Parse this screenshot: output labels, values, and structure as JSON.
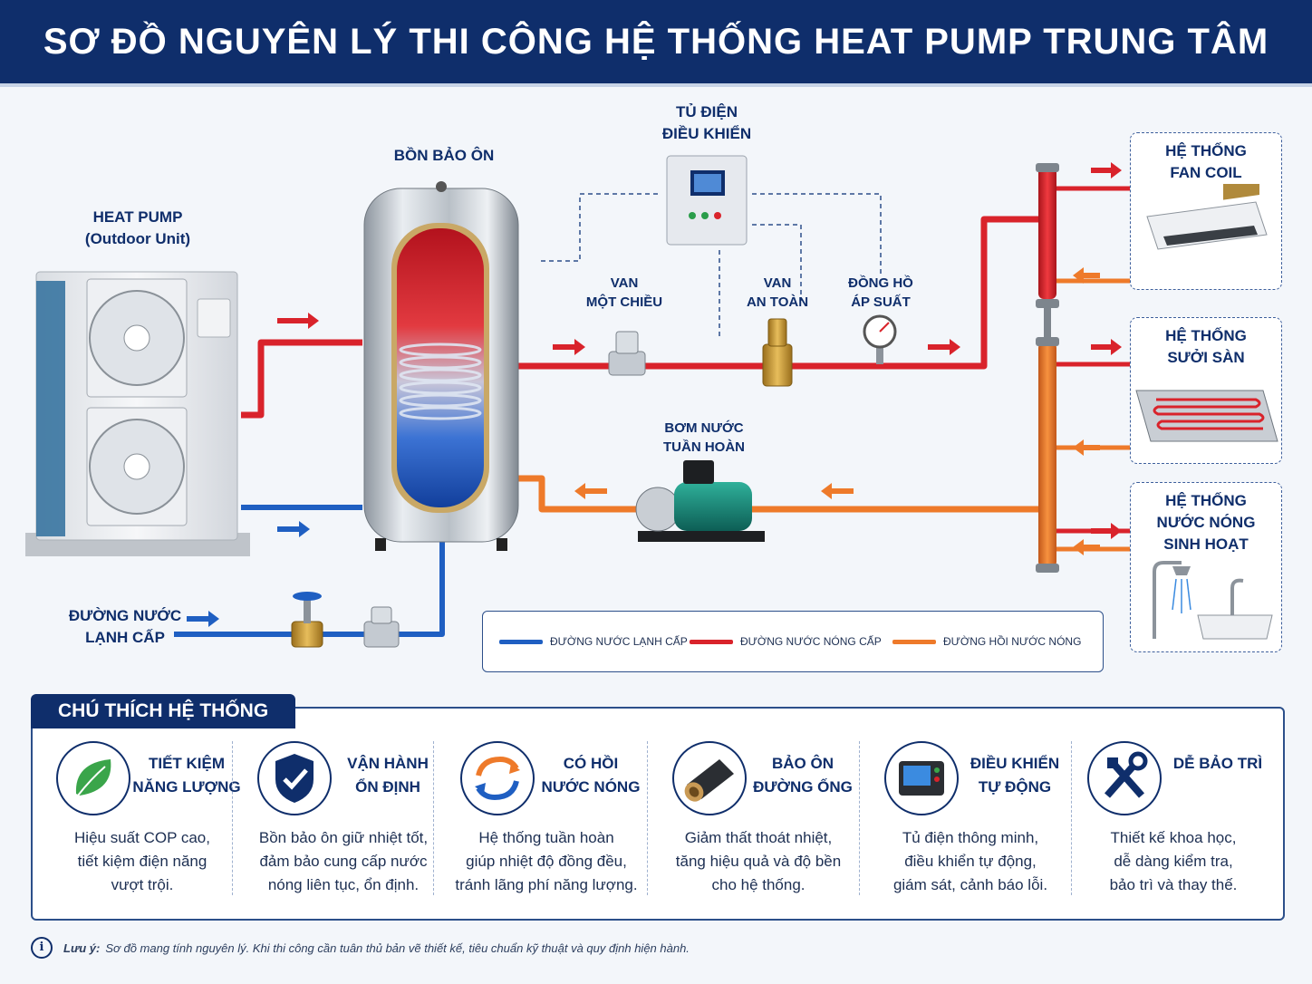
{
  "title": "SƠ ĐỒ NGUYÊN LÝ THI CÔNG HỆ THỐNG HEAT PUMP TRUNG TÂM",
  "components": {
    "heat_pump": {
      "name": "HEAT PUMP",
      "sub": "(Outdoor Unit)"
    },
    "tank": {
      "name": "BỒN BẢO ÔN"
    },
    "control_panel": {
      "line1": "TỦ ĐIỆN",
      "line2": "ĐIỀU KHIỂN"
    },
    "check_valve": {
      "line1": "VAN",
      "line2": "MỘT CHIỀU"
    },
    "safety_valve": {
      "line1": "VAN",
      "line2": "AN TOÀN"
    },
    "pressure_gauge": {
      "line1": "ĐỒNG HỒ",
      "line2": "ÁP SUẤT"
    },
    "pump": {
      "line1": "BƠM NƯỚC",
      "line2": "TUẦN HOÀN"
    },
    "cold_supply": {
      "line1": "ĐƯỜNG NƯỚC",
      "line2": "LẠNH CẤP"
    }
  },
  "systems": [
    {
      "line1": "HỆ THỐNG",
      "line2": "FAN COIL"
    },
    {
      "line1": "HỆ THỐNG",
      "line2": "SƯỞI SÀN"
    },
    {
      "line1": "HỆ THỐNG",
      "line2": "NƯỚC NÓNG",
      "line3": "SINH HOẠT"
    }
  ],
  "legend": [
    {
      "label": "ĐƯỜNG NƯỚC LẠNH CẤP",
      "color": "#1f5fc2"
    },
    {
      "label": "ĐƯỜNG NƯỚC NÓNG CẤP",
      "color": "#d9232b"
    },
    {
      "label": "ĐƯỜNG HỒI NƯỚC NÓNG",
      "color": "#ee7a2a"
    }
  ],
  "notes_title": "CHÚ THÍCH HỆ THỐNG",
  "notes": [
    {
      "title1": "TIẾT KIỆM",
      "title2": "NĂNG LƯỢNG",
      "desc1": "Hiệu suất COP cao,",
      "desc2": "tiết kiệm điện năng",
      "desc3": "vượt trội.",
      "icon": "leaf-icon"
    },
    {
      "title1": "VẬN HÀNH",
      "title2": "ỔN ĐỊNH",
      "desc1": "Bồn bảo ôn giữ nhiệt tốt,",
      "desc2": "đảm bảo cung cấp nước",
      "desc3": "nóng liên tục, ổn định.",
      "icon": "shield-check-icon"
    },
    {
      "title1": "CÓ HỒI",
      "title2": "NƯỚC NÓNG",
      "desc1": "Hệ thống tuần hoàn",
      "desc2": "giúp nhiệt độ đồng đều,",
      "desc3": "tránh lãng phí năng lượng.",
      "icon": "cycle-arrows-icon"
    },
    {
      "title1": "BẢO ÔN",
      "title2": "ĐƯỜNG ỐNG",
      "desc1": "Giảm thất thoát nhiệt,",
      "desc2": "tăng hiệu quả và độ bền",
      "desc3": "cho hệ thống.",
      "icon": "insulated-pipe-icon"
    },
    {
      "title1": "ĐIỀU KHIỂN",
      "title2": "TỰ ĐỘNG",
      "desc1": "Tủ điện thông minh,",
      "desc2": "điều khiển tự động,",
      "desc3": "giám sát, cảnh báo lỗi.",
      "icon": "controller-icon"
    },
    {
      "title1": "DỄ BẢO TRÌ",
      "title2": "",
      "desc1": "Thiết kế khoa học,",
      "desc2": "dễ dàng kiểm tra,",
      "desc3": "bảo trì và thay thế.",
      "icon": "tools-icon"
    }
  ],
  "footnote": {
    "label": "Lưu ý:",
    "text": "Sơ đồ mang tính nguyên lý. Khi thi công cần tuân thủ bản vẽ thiết kế, tiêu chuẩn kỹ thuật và quy định hiện hành."
  },
  "colors": {
    "navy": "#0f2e6b",
    "cold": "#1f5fc2",
    "hot": "#d9232b",
    "return": "#ee7a2a"
  }
}
